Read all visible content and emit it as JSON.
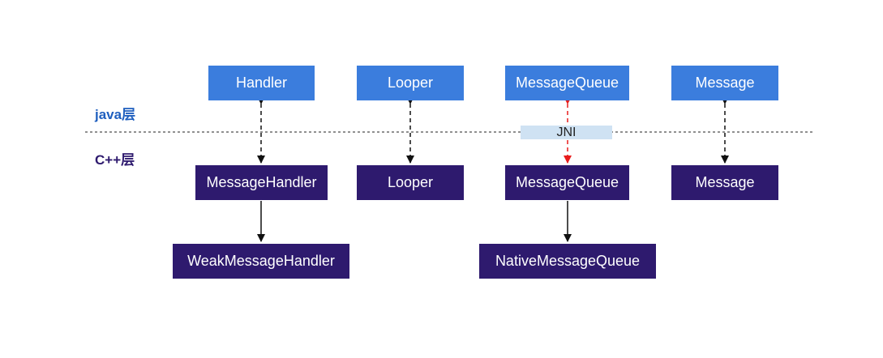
{
  "layers": {
    "java_label": "java层",
    "cpp_label": "C++层",
    "java_color": "#1f5fbf",
    "cpp_color": "#2e1a6e"
  },
  "java_layer": {
    "handler": "Handler",
    "looper": "Looper",
    "message_queue": "MessageQueue",
    "message": "Message"
  },
  "cpp_layer": {
    "message_handler": "MessageHandler",
    "looper": "Looper",
    "message_queue": "MessageQueue",
    "message": "Message",
    "weak_message_handler": "WeakMessageHandler",
    "native_message_queue": "NativeMessageQueue"
  },
  "jni_label": "JNI",
  "colors": {
    "java_box": "#3b7ddd",
    "cpp_box": "#2e1a6e",
    "jni_link": "#e81c1c",
    "link": "#111111",
    "jni_band": "#cfe2f3"
  }
}
